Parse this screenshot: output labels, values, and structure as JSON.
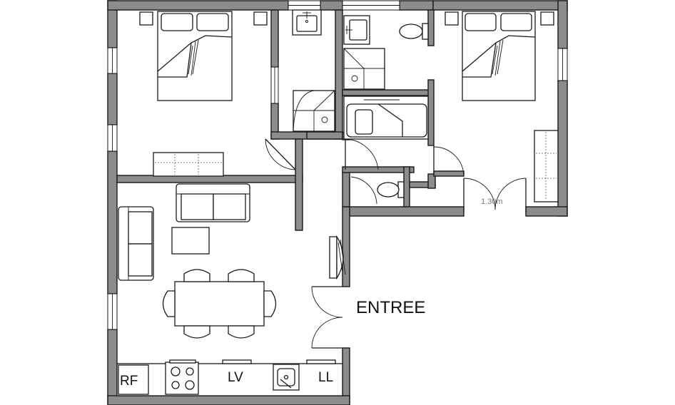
{
  "labels": {
    "entrance": "ENTREE",
    "fridge": "RF",
    "dishwasher": "LV",
    "washing_machine": "LL",
    "door_width": "1.30m"
  },
  "colors": {
    "wall_fill": "#8c8c8c",
    "outline": "#1a1a1a",
    "background": "#ffffff",
    "dimension_text": "#777777"
  }
}
